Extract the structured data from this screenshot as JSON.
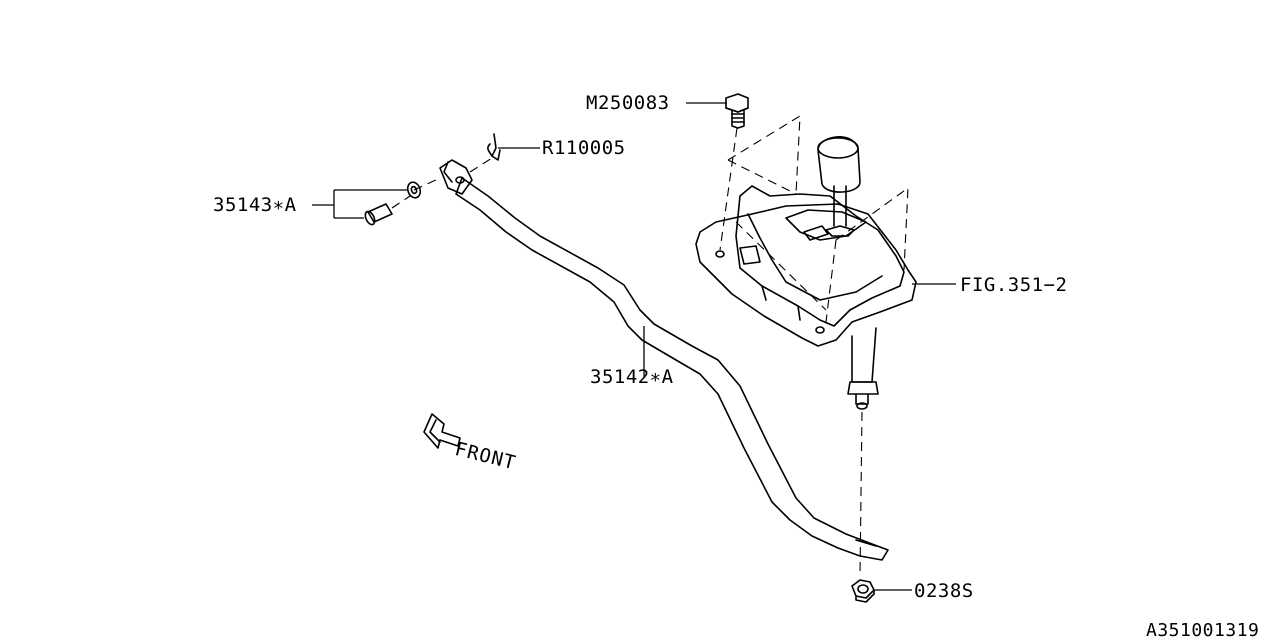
{
  "labels": {
    "bolt_top": "M250083",
    "clip": "R110005",
    "bushing": "35143∗A",
    "rod": "35142∗A",
    "fig_ref": "FIG.351−2",
    "nut": "0238S",
    "front": "FRONT",
    "diagram_id": "A351001319"
  }
}
